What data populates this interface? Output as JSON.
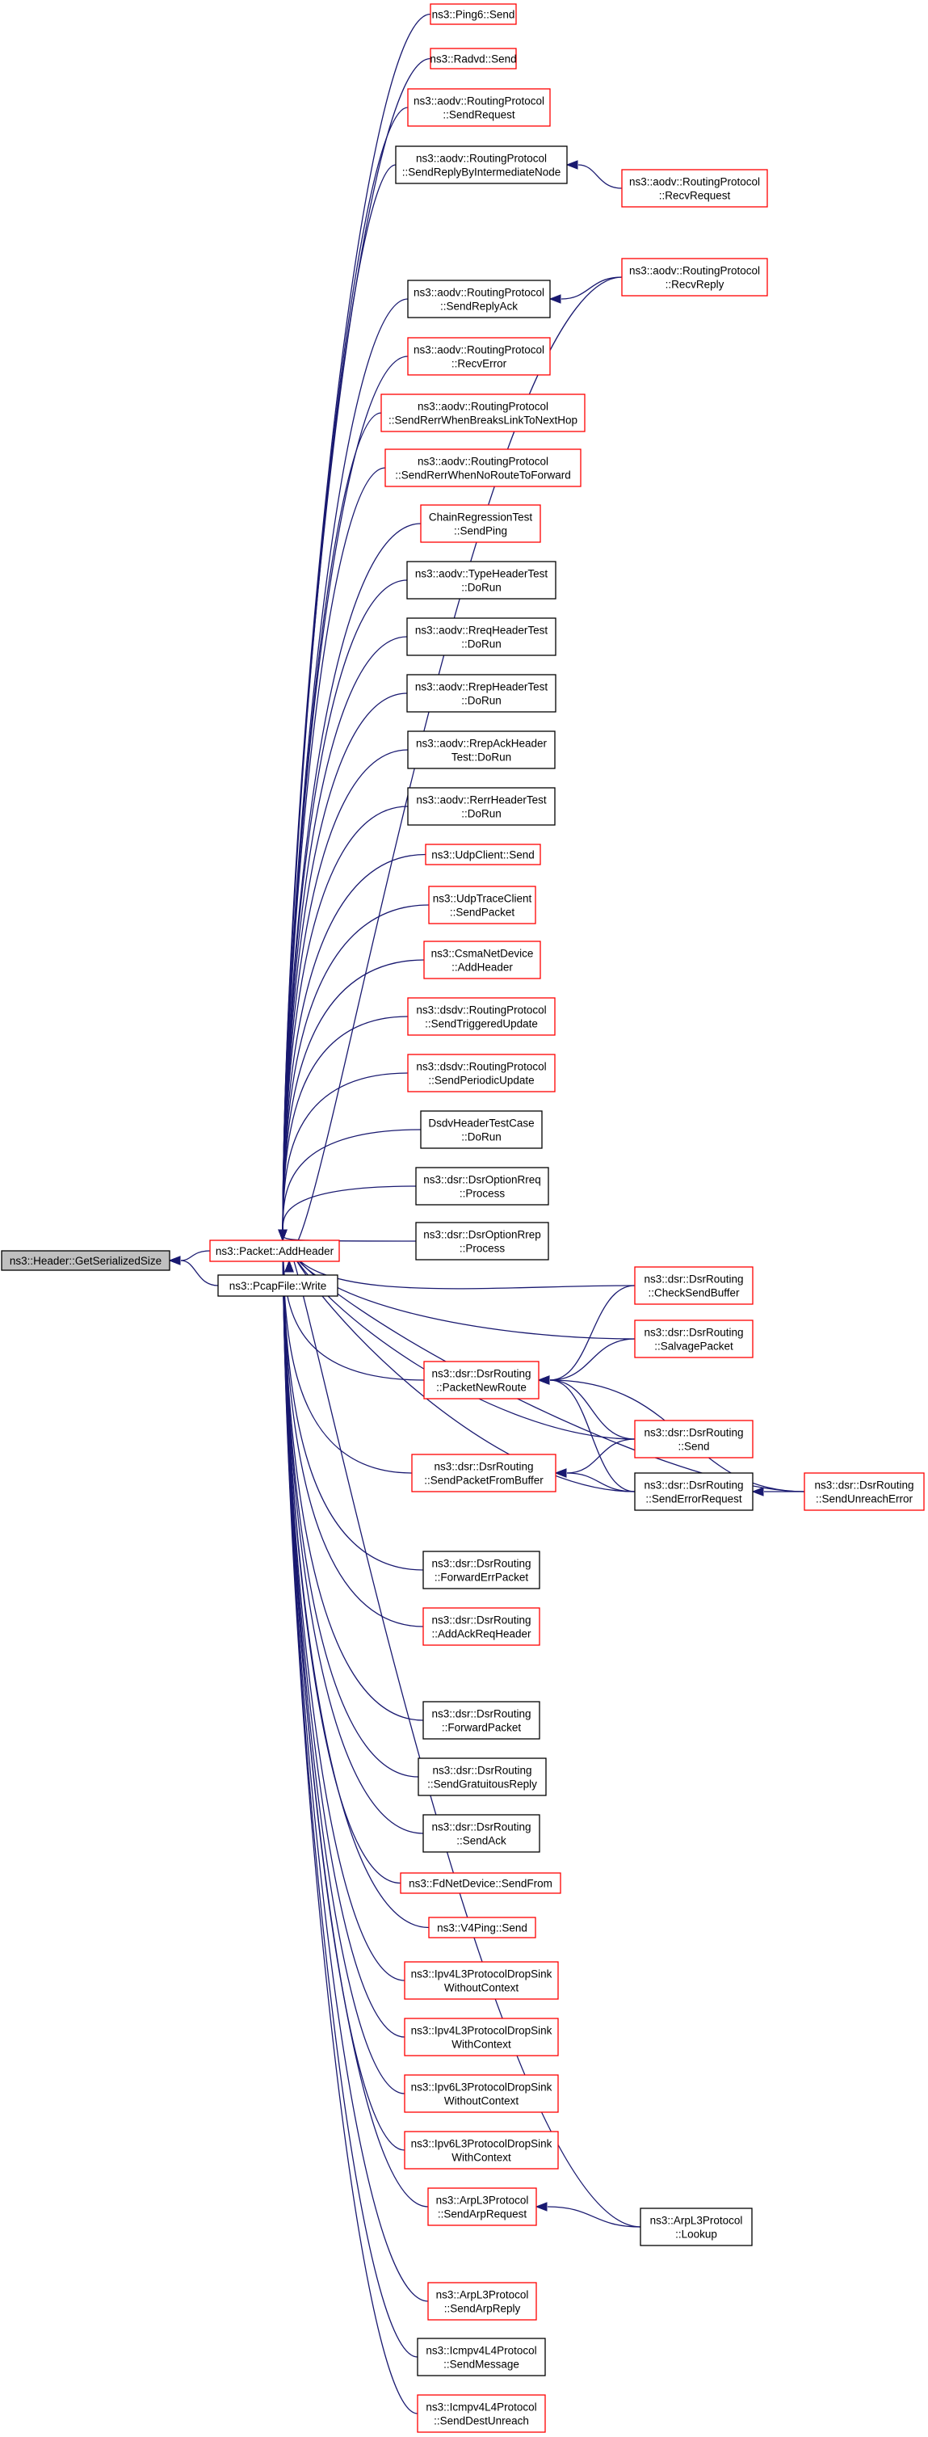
{
  "graph": {
    "colors": {
      "edge": "#191970",
      "border_default": "#000000",
      "border_red": "#ff0000",
      "root_fill": "#bfbfbf",
      "fill": "#ffffff"
    },
    "nodes": [
      {
        "id": "root",
        "lines": [
          "ns3::Header::GetSerializedSize"
        ],
        "style": "root"
      },
      {
        "id": "addheader",
        "lines": [
          "ns3::Packet::AddHeader"
        ],
        "style": "red"
      },
      {
        "id": "pcapwrite",
        "lines": [
          "ns3::PcapFile::Write"
        ],
        "style": "black"
      },
      {
        "id": "ping6send",
        "lines": [
          "ns3::Ping6::Send"
        ],
        "style": "red"
      },
      {
        "id": "radvdsend",
        "lines": [
          "ns3::Radvd::Send"
        ],
        "style": "red"
      },
      {
        "id": "aodvsendreq",
        "lines": [
          "ns3::aodv::RoutingProtocol",
          "::SendRequest"
        ],
        "style": "red"
      },
      {
        "id": "aodvsendreplyint",
        "lines": [
          "ns3::aodv::RoutingProtocol",
          "::SendReplyByIntermediateNode"
        ],
        "style": "black"
      },
      {
        "id": "aodvrecvreq",
        "lines": [
          "ns3::aodv::RoutingProtocol",
          "::RecvRequest"
        ],
        "style": "red"
      },
      {
        "id": "aodvrecvreply",
        "lines": [
          "ns3::aodv::RoutingProtocol",
          "::RecvReply"
        ],
        "style": "red"
      },
      {
        "id": "aodvsendreplyack",
        "lines": [
          "ns3::aodv::RoutingProtocol",
          "::SendReplyAck"
        ],
        "style": "black"
      },
      {
        "id": "aodvrecverror",
        "lines": [
          "ns3::aodv::RoutingProtocol",
          "::RecvError"
        ],
        "style": "red"
      },
      {
        "id": "aodvrerrbreaks",
        "lines": [
          "ns3::aodv::RoutingProtocol",
          "::SendRerrWhenBreaksLinkToNextHop"
        ],
        "style": "red"
      },
      {
        "id": "aodvrerrnoroute",
        "lines": [
          "ns3::aodv::RoutingProtocol",
          "::SendRerrWhenNoRouteToForward"
        ],
        "style": "red"
      },
      {
        "id": "chainping",
        "lines": [
          "ChainRegressionTest",
          "::SendPing"
        ],
        "style": "red"
      },
      {
        "id": "typehdr",
        "lines": [
          "ns3::aodv::TypeHeaderTest",
          "::DoRun"
        ],
        "style": "black"
      },
      {
        "id": "rreqhdr",
        "lines": [
          "ns3::aodv::RreqHeaderTest",
          "::DoRun"
        ],
        "style": "black"
      },
      {
        "id": "rrephdr",
        "lines": [
          "ns3::aodv::RrepHeaderTest",
          "::DoRun"
        ],
        "style": "black"
      },
      {
        "id": "rrepackhdr",
        "lines": [
          "ns3::aodv::RrepAckHeader",
          "Test::DoRun"
        ],
        "style": "black"
      },
      {
        "id": "rerrhdr",
        "lines": [
          "ns3::aodv::RerrHeaderTest",
          "::DoRun"
        ],
        "style": "black"
      },
      {
        "id": "udpclient",
        "lines": [
          "ns3::UdpClient::Send"
        ],
        "style": "red"
      },
      {
        "id": "udptrace",
        "lines": [
          "ns3::UdpTraceClient",
          "::SendPacket"
        ],
        "style": "red"
      },
      {
        "id": "csma",
        "lines": [
          "ns3::CsmaNetDevice",
          "::AddHeader"
        ],
        "style": "red"
      },
      {
        "id": "dsdvtrig",
        "lines": [
          "ns3::dsdv::RoutingProtocol",
          "::SendTriggeredUpdate"
        ],
        "style": "red"
      },
      {
        "id": "dsdvper",
        "lines": [
          "ns3::dsdv::RoutingProtocol",
          "::SendPeriodicUpdate"
        ],
        "style": "red"
      },
      {
        "id": "dsdvtest",
        "lines": [
          "DsdvHeaderTestCase",
          "::DoRun"
        ],
        "style": "black"
      },
      {
        "id": "rreqproc",
        "lines": [
          "ns3::dsr::DsrOptionRreq",
          "::Process"
        ],
        "style": "black"
      },
      {
        "id": "rrepproc",
        "lines": [
          "ns3::dsr::DsrOptionRrep",
          "::Process"
        ],
        "style": "black"
      },
      {
        "id": "checksend",
        "lines": [
          "ns3::dsr::DsrRouting",
          "::CheckSendBuffer"
        ],
        "style": "red"
      },
      {
        "id": "salvage",
        "lines": [
          "ns3::dsr::DsrRouting",
          "::SalvagePacket"
        ],
        "style": "red"
      },
      {
        "id": "pktnewroute",
        "lines": [
          "ns3::dsr::DsrRouting",
          "::PacketNewRoute"
        ],
        "style": "red"
      },
      {
        "id": "dsrsend",
        "lines": [
          "ns3::dsr::DsrRouting",
          "::Send"
        ],
        "style": "red"
      },
      {
        "id": "sendpktbuf",
        "lines": [
          "ns3::dsr::DsrRouting",
          "::SendPacketFromBuffer"
        ],
        "style": "red"
      },
      {
        "id": "senderrreq",
        "lines": [
          "ns3::dsr::DsrRouting",
          "::SendErrorRequest"
        ],
        "style": "black"
      },
      {
        "id": "unreach",
        "lines": [
          "ns3::dsr::DsrRouting",
          "::SendUnreachError"
        ],
        "style": "red"
      },
      {
        "id": "fwderr",
        "lines": [
          "ns3::dsr::DsrRouting",
          "::ForwardErrPacket"
        ],
        "style": "black"
      },
      {
        "id": "addackreq",
        "lines": [
          "ns3::dsr::DsrRouting",
          "::AddAckReqHeader"
        ],
        "style": "red"
      },
      {
        "id": "fwdpkt",
        "lines": [
          "ns3::dsr::DsrRouting",
          "::ForwardPacket"
        ],
        "style": "black"
      },
      {
        "id": "gratuitous",
        "lines": [
          "ns3::dsr::DsrRouting",
          "::SendGratuitousReply"
        ],
        "style": "black"
      },
      {
        "id": "sendack",
        "lines": [
          "ns3::dsr::DsrRouting",
          "::SendAck"
        ],
        "style": "black"
      },
      {
        "id": "fdnet",
        "lines": [
          "ns3::FdNetDevice::SendFrom"
        ],
        "style": "red"
      },
      {
        "id": "v4ping",
        "lines": [
          "ns3::V4Ping::Send"
        ],
        "style": "red"
      },
      {
        "id": "ip4dropwo",
        "lines": [
          "ns3::Ipv4L3ProtocolDropSink",
          "WithoutContext"
        ],
        "style": "red"
      },
      {
        "id": "ip4dropw",
        "lines": [
          "ns3::Ipv4L3ProtocolDropSink",
          "WithContext"
        ],
        "style": "red"
      },
      {
        "id": "ip6dropwo",
        "lines": [
          "ns3::Ipv6L3ProtocolDropSink",
          "WithoutContext"
        ],
        "style": "red"
      },
      {
        "id": "ip6dropw",
        "lines": [
          "ns3::Ipv6L3ProtocolDropSink",
          "WithContext"
        ],
        "style": "red"
      },
      {
        "id": "arpreq",
        "lines": [
          "ns3::ArpL3Protocol",
          "::SendArpRequest"
        ],
        "style": "red"
      },
      {
        "id": "arplookup",
        "lines": [
          "ns3::ArpL3Protocol",
          "::Lookup"
        ],
        "style": "black"
      },
      {
        "id": "arpreply",
        "lines": [
          "ns3::ArpL3Protocol",
          "::SendArpReply"
        ],
        "style": "red"
      },
      {
        "id": "icmpmsg",
        "lines": [
          "ns3::Icmpv4L4Protocol",
          "::SendMessage"
        ],
        "style": "black"
      },
      {
        "id": "icmpdest",
        "lines": [
          "ns3::Icmpv4L4Protocol",
          "::SendDestUnreach"
        ],
        "style": "red"
      }
    ],
    "edges": [
      [
        "addheader",
        "root"
      ],
      [
        "pcapwrite",
        "root"
      ],
      [
        "ping6send",
        "addheader"
      ],
      [
        "radvdsend",
        "addheader"
      ],
      [
        "aodvsendreq",
        "addheader"
      ],
      [
        "aodvsendreplyint",
        "addheader"
      ],
      [
        "aodvrecvreq",
        "aodvsendreplyint"
      ],
      [
        "aodvrecvreply",
        "addheader"
      ],
      [
        "aodvrecvreply",
        "aodvsendreplyack"
      ],
      [
        "aodvsendreplyack",
        "addheader"
      ],
      [
        "aodvrecverror",
        "addheader"
      ],
      [
        "aodvrerrbreaks",
        "addheader"
      ],
      [
        "aodvrerrnoroute",
        "addheader"
      ],
      [
        "chainping",
        "addheader"
      ],
      [
        "typehdr",
        "addheader"
      ],
      [
        "rreqhdr",
        "addheader"
      ],
      [
        "rrephdr",
        "addheader"
      ],
      [
        "rrepackhdr",
        "addheader"
      ],
      [
        "rerrhdr",
        "addheader"
      ],
      [
        "udpclient",
        "addheader"
      ],
      [
        "udptrace",
        "addheader"
      ],
      [
        "csma",
        "addheader"
      ],
      [
        "dsdvtrig",
        "addheader"
      ],
      [
        "dsdvper",
        "addheader"
      ],
      [
        "dsdvtest",
        "addheader"
      ],
      [
        "rreqproc",
        "addheader"
      ],
      [
        "rrepproc",
        "addheader"
      ],
      [
        "checksend",
        "addheader"
      ],
      [
        "checksend",
        "pktnewroute"
      ],
      [
        "salvage",
        "addheader"
      ],
      [
        "salvage",
        "pktnewroute"
      ],
      [
        "pktnewroute",
        "addheader"
      ],
      [
        "dsrsend",
        "addheader"
      ],
      [
        "dsrsend",
        "pktnewroute"
      ],
      [
        "dsrsend",
        "sendpktbuf"
      ],
      [
        "sendpktbuf",
        "addheader"
      ],
      [
        "senderrreq",
        "addheader"
      ],
      [
        "senderrreq",
        "pktnewroute"
      ],
      [
        "senderrreq",
        "sendpktbuf"
      ],
      [
        "unreach",
        "senderrreq"
      ],
      [
        "unreach",
        "pktnewroute"
      ],
      [
        "unreach",
        "addheader"
      ],
      [
        "fwderr",
        "addheader"
      ],
      [
        "addackreq",
        "addheader"
      ],
      [
        "fwdpkt",
        "addheader"
      ],
      [
        "gratuitous",
        "addheader"
      ],
      [
        "sendack",
        "addheader"
      ],
      [
        "fdnet",
        "addheader"
      ],
      [
        "v4ping",
        "addheader"
      ],
      [
        "ip4dropwo",
        "addheader"
      ],
      [
        "ip4dropw",
        "addheader"
      ],
      [
        "ip6dropwo",
        "addheader"
      ],
      [
        "ip6dropw",
        "addheader"
      ],
      [
        "arpreq",
        "addheader"
      ],
      [
        "arplookup",
        "arpreq"
      ],
      [
        "arplookup",
        "addheader"
      ],
      [
        "arpreply",
        "addheader"
      ],
      [
        "icmpmsg",
        "addheader"
      ],
      [
        "icmpdest",
        "addheader"
      ]
    ]
  }
}
